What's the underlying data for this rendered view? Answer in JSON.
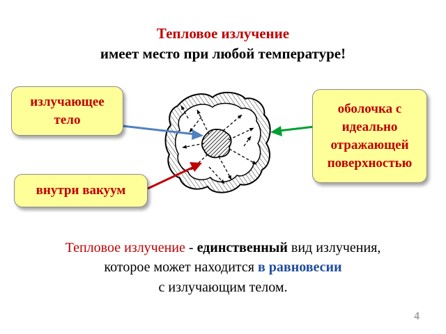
{
  "title": {
    "line1": "Тепловое излучение",
    "line2": "имеет место при любой температуре!"
  },
  "labels": {
    "emitting_body": [
      "излучающее",
      "тело"
    ],
    "vacuum": "внутри вакуум",
    "shell": [
      "оболочка с",
      "идеально",
      "отражающей",
      "поверхностью"
    ]
  },
  "caption": {
    "line1_a": "Тепловое излучение",
    "line1_b": " - ",
    "line1_c": "единственный",
    "line1_d": " вид излучения,",
    "line2_a": "которое может находится ",
    "line2_b": "в равновесии",
    "line3": "с излучающим телом."
  },
  "page_number": "4",
  "colors": {
    "title_red": "#c00000",
    "label_fill": "#ffff99",
    "arrow_blue": "#4f81bd",
    "arrow_red": "#c00000",
    "arrow_green": "#00a030",
    "highlight_blue": "#1f4e9c"
  },
  "icons": {
    "body_pattern": "hatched-body",
    "rays": "dashed-arrows"
  }
}
